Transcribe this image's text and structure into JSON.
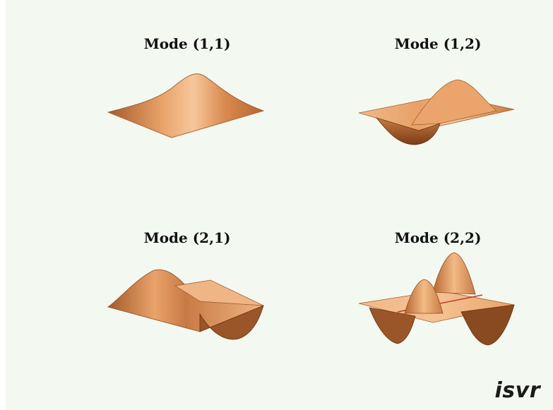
{
  "modes": [
    {
      "id": "mode-1-1",
      "title": "Mode (1,1)"
    },
    {
      "id": "mode-1-2",
      "title": "Mode (1,2)"
    },
    {
      "id": "mode-2-1",
      "title": "Mode (2,1)"
    },
    {
      "id": "mode-2-2",
      "title": "Mode (2,2)"
    }
  ],
  "logo": "isvr",
  "colors": {
    "background": "#f3f9f1",
    "surface_light": "#f7c79b",
    "surface_mid": "#e4965d",
    "surface_dark": "#9a5528",
    "nodal_line": "#c0392b"
  }
}
